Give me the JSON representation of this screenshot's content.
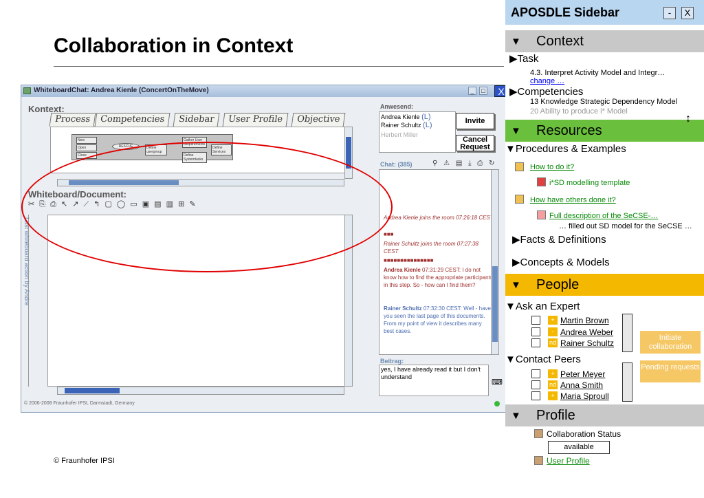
{
  "slide": {
    "title": "Collaboration in Context",
    "footer": "© Fraunhofer IPSI"
  },
  "whiteboard": {
    "window_title": "WhiteboardChat: Andrea Kienle (ConcertOnTheMove)",
    "close_label": "X",
    "kontext_label": "Kontext:",
    "tabs": [
      "Process",
      "Competencies",
      "Sidebar",
      "User Profile",
      "Objective"
    ],
    "diagram": {
      "left_items": [
        "New",
        "Open",
        "Close"
      ],
      "center_node": "RESCUE",
      "boxes": [
        "Define usergroup",
        "Gather User Requirements",
        "Define Systemtasks",
        "Define Services"
      ]
    },
    "doc_label": "Whiteboard/Document:",
    "toolbar_glyphs": "✂ ⎘ ⎙ ↖ ↗ ⟋ ↰ ▢ ◯ ▭ ▣ ▤ ▥ ⊞ ✎",
    "history_label": "Last whiteboard action by Andre",
    "copyright": "© 2006-2008 Fraunhofer IPSI, Darmstadt, Germany",
    "anwesend_label": "Anwesend:",
    "participants": [
      {
        "name": "Andrea Kienle",
        "suffix": "(L)"
      },
      {
        "name": "Rainer Schultz",
        "suffix": "(L)"
      }
    ],
    "participant_offline": "Herbert Miller",
    "invite_label": "Invite",
    "cancel_label": "Cancel Request",
    "chat_label": "Chat: (385)",
    "chat": [
      {
        "type": "join",
        "text": "Andrea Kienle joins the room 07:26:18 CEST"
      },
      {
        "type": "sep",
        "text": "■■■"
      },
      {
        "type": "join",
        "text": "Rainer Schultz joins the room 07:27:38 CEST"
      },
      {
        "type": "sep",
        "text": "■■■■■■■■■■■■■■■"
      },
      {
        "type": "msg",
        "name": "Andrea Kienle",
        "time": "07:31:29 CEST:",
        "text": "I do not know how to find the appropriate participants in this step. So - how can I find them?"
      },
      {
        "type": "msg2",
        "name": "Rainer Schultz",
        "time": "07:32:30 CEST:",
        "text": "Well - have you seen the last page of this documents. From my point of view it describes many best cases."
      }
    ],
    "beitrag_label": "Beitrag:",
    "beitrag_text": "yes, I have already read it but I don't understand"
  },
  "sidebar": {
    "title": "APOSDLE Sidebar",
    "minimize": "-",
    "close": "X",
    "context": {
      "label": "Context",
      "task_label": "Task",
      "task_value": "4.3. Interpret Activity Model and Integr…",
      "change_link": "change …",
      "competencies_label": "Competencies",
      "competency_1": "13 Knowledge Strategic Dependency Model",
      "competency_2": "20 Ability to produce i* Model"
    },
    "resources": {
      "label": "Resources",
      "procedures_label": "Procedures & Examples",
      "how_to": "How to do it?",
      "template": "i*SD modelling template",
      "how_others": "How have others done it?",
      "full_desc": "Full description of the SeCSE-…",
      "full_desc_sub": "… filled out SD model for the SeCSE …",
      "facts": "Facts & Definitions",
      "concepts": "Concepts & Models"
    },
    "people": {
      "label": "People",
      "ask_expert": "Ask an Expert",
      "experts": [
        {
          "tag": "+",
          "name": "Martin Brown"
        },
        {
          "tag": "-",
          "name": "Andrea Weber"
        },
        {
          "tag": "nd",
          "name": "Rainer Schultz"
        }
      ],
      "initiate": "Initiate collaboration",
      "contact_peers": "Contact Peers",
      "peers": [
        {
          "tag": "+",
          "name": "Peter Meyer"
        },
        {
          "tag": "nd",
          "name": "Anna Smith"
        },
        {
          "tag": "+",
          "name": "Maria Sproull"
        }
      ],
      "pending": "Pending requests"
    },
    "profile": {
      "label": "Profile",
      "collab_status": "Collaboration Status",
      "status_value": "available",
      "user_profile": "User Profile"
    },
    "colors": {
      "header": "#b8d6f0",
      "context": "#c8c8c8",
      "resources": "#6abf3c",
      "people": "#f5b800",
      "profile": "#c8c8c8"
    }
  }
}
